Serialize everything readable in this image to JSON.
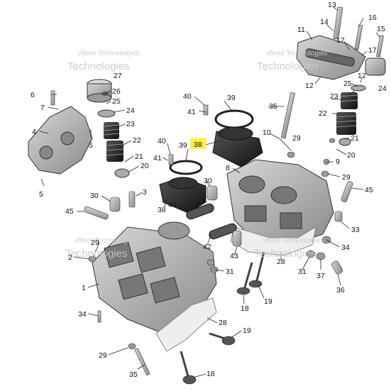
{
  "diagram": {
    "highlight_color": "#ffef3a",
    "watermark": {
      "line1": "vflexs Technologies",
      "line2": "Technologies"
    },
    "callouts": [
      {
        "id": "c13",
        "label": "13"
      },
      {
        "id": "c14",
        "label": "14"
      },
      {
        "id": "c16",
        "label": "16"
      },
      {
        "id": "c15",
        "label": "15"
      },
      {
        "id": "c11",
        "label": "11"
      },
      {
        "id": "c17a",
        "label": "17"
      },
      {
        "id": "c17b",
        "label": "17"
      },
      {
        "id": "c12a",
        "label": "12"
      },
      {
        "id": "c12b",
        "label": "12"
      },
      {
        "id": "c27",
        "label": "27"
      },
      {
        "id": "c6",
        "label": "6"
      },
      {
        "id": "c7",
        "label": "7"
      },
      {
        "id": "c26",
        "label": "26"
      },
      {
        "id": "c25a",
        "label": "25"
      },
      {
        "id": "c24a",
        "label": "24"
      },
      {
        "id": "c4",
        "label": "4"
      },
      {
        "id": "c23a",
        "label": "23"
      },
      {
        "id": "c5a",
        "label": "5"
      },
      {
        "id": "c22a",
        "label": "22"
      },
      {
        "id": "c21a",
        "label": "21"
      },
      {
        "id": "c20a",
        "label": "20"
      },
      {
        "id": "c5b",
        "label": "5"
      },
      {
        "id": "c40a",
        "label": "40"
      },
      {
        "id": "c41a",
        "label": "41"
      },
      {
        "id": "c39a",
        "label": "39"
      },
      {
        "id": "c35a",
        "label": "35"
      },
      {
        "id": "c10",
        "label": "10"
      },
      {
        "id": "c29a",
        "label": "29"
      },
      {
        "id": "c25b",
        "label": "25"
      },
      {
        "id": "c24b",
        "label": "24"
      },
      {
        "id": "c23b",
        "label": "23"
      },
      {
        "id": "c22b",
        "label": "22"
      },
      {
        "id": "c21b",
        "label": "21"
      },
      {
        "id": "c20b",
        "label": "20"
      },
      {
        "id": "c9",
        "label": "9"
      },
      {
        "id": "c29b",
        "label": "29"
      },
      {
        "id": "c45a",
        "label": "45"
      },
      {
        "id": "c40b",
        "label": "40"
      },
      {
        "id": "c39b",
        "label": "39"
      },
      {
        "id": "c38a",
        "label": "38"
      },
      {
        "id": "c41b",
        "label": "41"
      },
      {
        "id": "c8",
        "label": "8"
      },
      {
        "id": "c30a",
        "label": "30"
      },
      {
        "id": "c30b",
        "label": "30"
      },
      {
        "id": "c3",
        "label": "3"
      },
      {
        "id": "c38b",
        "label": "38"
      },
      {
        "id": "c44",
        "label": "44"
      },
      {
        "id": "c45b",
        "label": "45"
      },
      {
        "id": "c33",
        "label": "33"
      },
      {
        "id": "c42",
        "label": "42"
      },
      {
        "id": "c34a",
        "label": "34"
      },
      {
        "id": "c29c",
        "label": "29"
      },
      {
        "id": "c2",
        "label": "2"
      },
      {
        "id": "c43",
        "label": "43"
      },
      {
        "id": "c28a",
        "label": "28"
      },
      {
        "id": "c31a",
        "label": "31"
      },
      {
        "id": "c37",
        "label": "37"
      },
      {
        "id": "c31b",
        "label": "31"
      },
      {
        "id": "c1",
        "label": "1"
      },
      {
        "id": "c19a",
        "label": "19"
      },
      {
        "id": "c18a",
        "label": "18"
      },
      {
        "id": "c36",
        "label": "36"
      },
      {
        "id": "c34b",
        "label": "34"
      },
      {
        "id": "c28b",
        "label": "28"
      },
      {
        "id": "c19b",
        "label": "19"
      },
      {
        "id": "c29d",
        "label": "29"
      },
      {
        "id": "c35b",
        "label": "35"
      },
      {
        "id": "c18b",
        "label": "18"
      }
    ]
  }
}
